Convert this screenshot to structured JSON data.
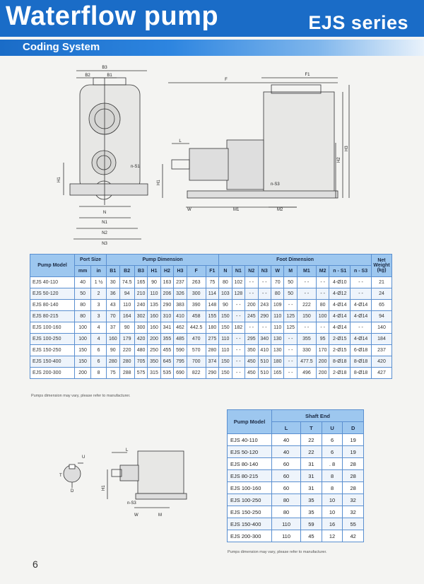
{
  "header": {
    "title": "Waterflow pump",
    "series": "EJS series"
  },
  "subheader": {
    "title": "Coding System"
  },
  "drawing_labels": {
    "front": [
      "B3",
      "B2",
      "B1",
      "n-S1",
      "H1",
      "N",
      "N1",
      "N2",
      "N3"
    ],
    "side": [
      "F",
      "F1",
      "L",
      "H1",
      "H2",
      "H3",
      "n-S3",
      "W",
      "M1",
      "M2"
    ],
    "shaft": [
      "U",
      "T",
      "D"
    ],
    "small": [
      "L",
      "H1",
      "n-S3",
      "W",
      "M"
    ]
  },
  "pump_table": {
    "group_headers": {
      "model": "Pump Model",
      "port": "Port Size",
      "pump": "Pump Dimension",
      "foot": "Foot Dimension",
      "weight": "Net Weight (kg)"
    },
    "columns": [
      "mm",
      "in",
      "B1",
      "B2",
      "B3",
      "H1",
      "H2",
      "H3",
      "F",
      "F1",
      "N",
      "N1",
      "N2",
      "N3",
      "W",
      "M",
      "M1",
      "M2",
      "n - S1",
      "n - S3"
    ],
    "rows": [
      [
        "EJS 40-110",
        "40",
        "1 ½",
        "30",
        "74.5",
        "165",
        "90",
        "163",
        "237",
        "263",
        "75",
        "80",
        "102",
        "- -",
        "- -",
        "70",
        "50",
        "- -",
        "- -",
        "4-Ø10",
        "- -",
        "21"
      ],
      [
        "EJS 50-120",
        "50",
        "2",
        "36",
        "94",
        "210",
        "110",
        "206",
        "326",
        "300",
        "114",
        "103",
        "128",
        "- -",
        "- -",
        "80",
        "50",
        "- -",
        "- -",
        "4-Ø12",
        "- -",
        "24"
      ],
      [
        "EJS 80-140",
        "80",
        "3",
        "43",
        "110",
        "240",
        "135",
        "290",
        "383",
        "390",
        "148",
        "90",
        "- -",
        "200",
        "243",
        "109",
        "- -",
        "222",
        "80",
        "4-Ø14",
        "4-Ø14",
        "65"
      ],
      [
        "EJS 80-215",
        "80",
        "3",
        "70",
        "164",
        "302",
        "160",
        "310",
        "410",
        "458",
        "155",
        "150",
        "- -",
        "245",
        "290",
        "110",
        "125",
        "150",
        "100",
        "4-Ø14",
        "4-Ø14",
        "94"
      ],
      [
        "EJS 100-160",
        "100",
        "4",
        "37",
        "90",
        "300",
        "160",
        "341",
        "462",
        "442.5",
        "180",
        "150",
        "182",
        "- -",
        "- -",
        "110",
        "125",
        "- -",
        "- -",
        "4-Ø14",
        "- -",
        "140"
      ],
      [
        "EJS 100-250",
        "100",
        "4",
        "160",
        "179",
        "420",
        "200",
        "355",
        "485",
        "470",
        "275",
        "110",
        "- -",
        "295",
        "340",
        "130",
        "- -",
        "355",
        "95",
        "2-Ø15",
        "4-Ø14",
        "184"
      ],
      [
        "EJS 150-250",
        "150",
        "6",
        "90",
        "220",
        "480",
        "250",
        "455",
        "590",
        "570",
        "280",
        "110",
        "- -",
        "350",
        "410",
        "130",
        "- -",
        "330",
        "170",
        "2-Ø15",
        "6-Ø18",
        "237"
      ],
      [
        "EJS 150-400",
        "150",
        "6",
        "280",
        "280",
        "705",
        "350",
        "645",
        "795",
        "700",
        "374",
        "150",
        "- -",
        "450",
        "510",
        "180",
        "- -",
        "477.5",
        "200",
        "8-Ø18",
        "8-Ø18",
        "420"
      ],
      [
        "EJS 200-300",
        "200",
        "8",
        "75",
        "288",
        "575",
        "315",
        "535",
        "690",
        "822",
        "290",
        "150",
        "- -",
        "450",
        "510",
        "165",
        "- -",
        "496",
        "200",
        "2-Ø18",
        "8-Ø18",
        "427"
      ]
    ],
    "note": "Pumps dimension may vary, please refer to manufacturer."
  },
  "shaft_table": {
    "group_headers": {
      "model": "Pump Model",
      "shaft": "Shaft End"
    },
    "columns": [
      "L",
      "T",
      "U",
      "D"
    ],
    "rows": [
      [
        "EJS 40-110",
        "40",
        "22",
        "6",
        "19"
      ],
      [
        "EJS 50-120",
        "40",
        "22",
        "6",
        "19"
      ],
      [
        "EJS 80-140",
        "60",
        "31",
        ". 8",
        "28"
      ],
      [
        "EJS 80-215",
        "60",
        "31",
        "8",
        "28"
      ],
      [
        "EJS 100-160",
        "60",
        "31",
        "8",
        "28"
      ],
      [
        "EJS 100-250",
        "80",
        "35",
        "10",
        "32"
      ],
      [
        "EJS 150-250",
        "80",
        "35",
        "10",
        "32"
      ],
      [
        "EJS 150-400",
        "110",
        "59",
        "16",
        "55"
      ],
      [
        "EJS 200-300",
        "110",
        "45",
        "12",
        "42"
      ]
    ],
    "note": "Pumps dimension may vary, please refer to manufacturer."
  },
  "page": {
    "number": "6"
  }
}
